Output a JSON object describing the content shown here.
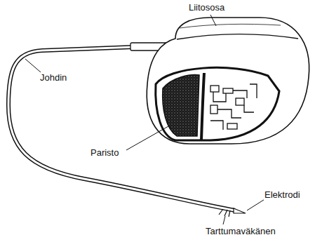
{
  "diagram": {
    "labels": [
      "Liitososa",
      "Johdin",
      "Paristo",
      "Elektrodi",
      "Tarttumaväkänen"
    ]
  }
}
